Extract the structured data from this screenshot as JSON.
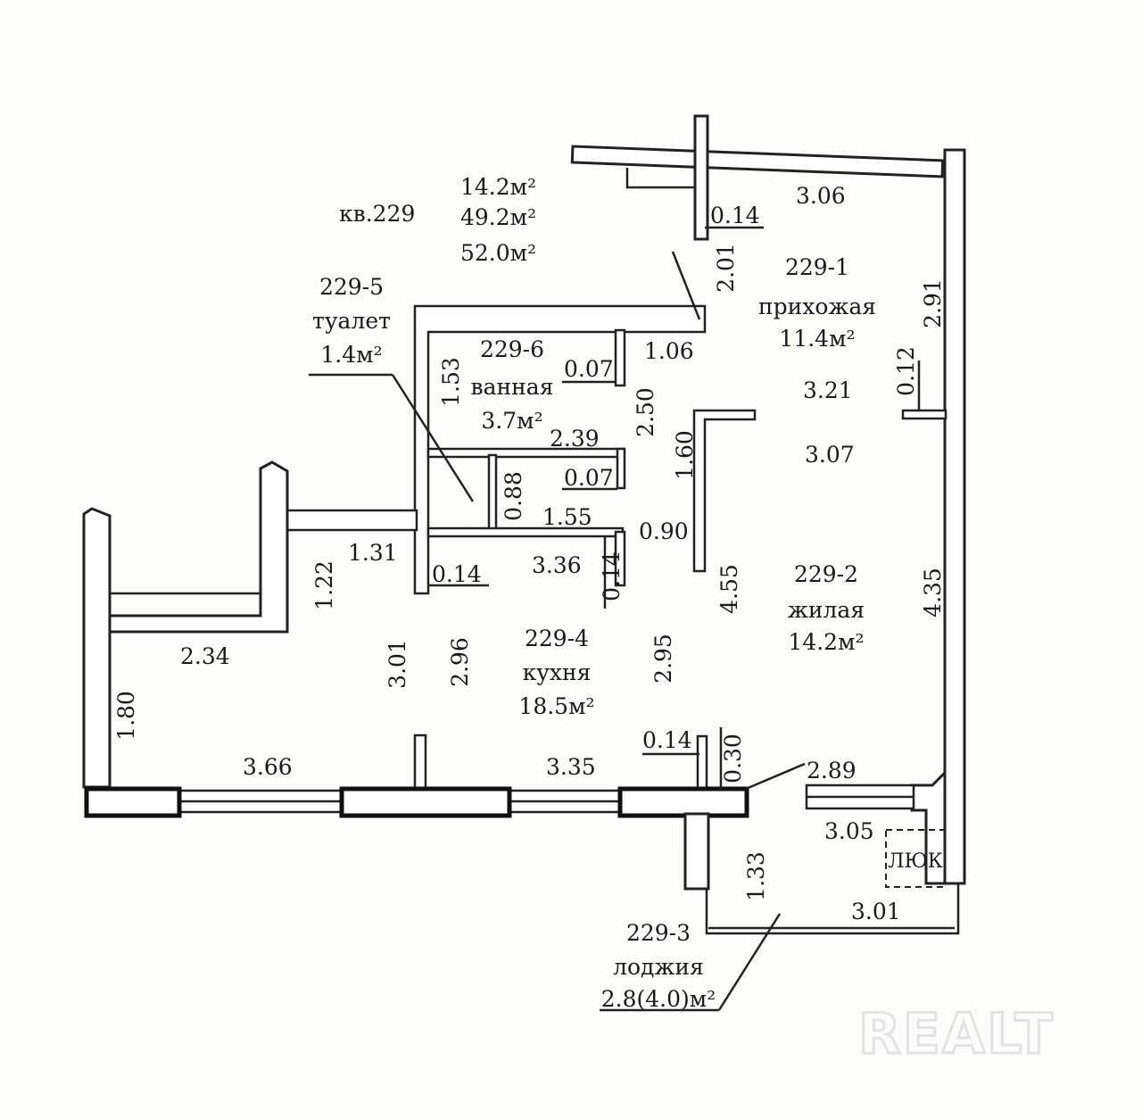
{
  "apartment": {
    "number_label": "кв.229",
    "areas": [
      "14.2м²",
      "49.2м²",
      "52.0м²"
    ]
  },
  "rooms": {
    "hall": {
      "code": "229-1",
      "name": "прихожая",
      "area": "11.4м²"
    },
    "living": {
      "code": "229-2",
      "name": "жилая",
      "area": "14.2м²"
    },
    "loggia": {
      "code": "229-3",
      "name": "лоджия",
      "area": "2.8(4.0)м²"
    },
    "kitchen": {
      "code": "229-4",
      "name": "кухня",
      "area": "18.5м²"
    },
    "toilet": {
      "code": "229-5",
      "name": "туалет",
      "area": "1.4м²"
    },
    "bath": {
      "code": "229-6",
      "name": "ванная",
      "area": "3.7м²"
    }
  },
  "dimensions": {
    "d_3_06": "3.06",
    "d_0_14_top": "0.14",
    "d_2_01": "2.01",
    "d_2_91": "2.91",
    "d_1_06": "1.06",
    "d_1_53": "1.53",
    "d_0_07_a": "0.07",
    "d_2_50": "2.50",
    "d_0_12": "0.12",
    "d_3_21": "3.21",
    "d_2_39": "2.39",
    "d_1_60": "1.60",
    "d_3_07": "3.07",
    "d_0_88": "0.88",
    "d_0_07_b": "0.07",
    "d_1_55": "1.55",
    "d_0_90": "0.90",
    "d_1_31": "1.31",
    "d_1_22": "1.22",
    "d_0_14_mid": "0.14",
    "d_3_36": "3.36",
    "d_0_14_vert": "0.14",
    "d_4_55": "4.55",
    "d_4_35": "4.35",
    "d_2_34": "2.34",
    "d_3_01_v": "3.01",
    "d_2_96": "2.96",
    "d_2_95": "2.95",
    "d_1_80": "1.80",
    "d_0_14_bot": "0.14",
    "d_0_30": "0.30",
    "d_3_66": "3.66",
    "d_3_35": "3.35",
    "d_2_89": "2.89",
    "d_3_05": "3.05",
    "d_1_33": "1.33",
    "d_3_01_h": "3.01"
  },
  "hatch_label": "ЛЮК",
  "watermark": "REALT"
}
